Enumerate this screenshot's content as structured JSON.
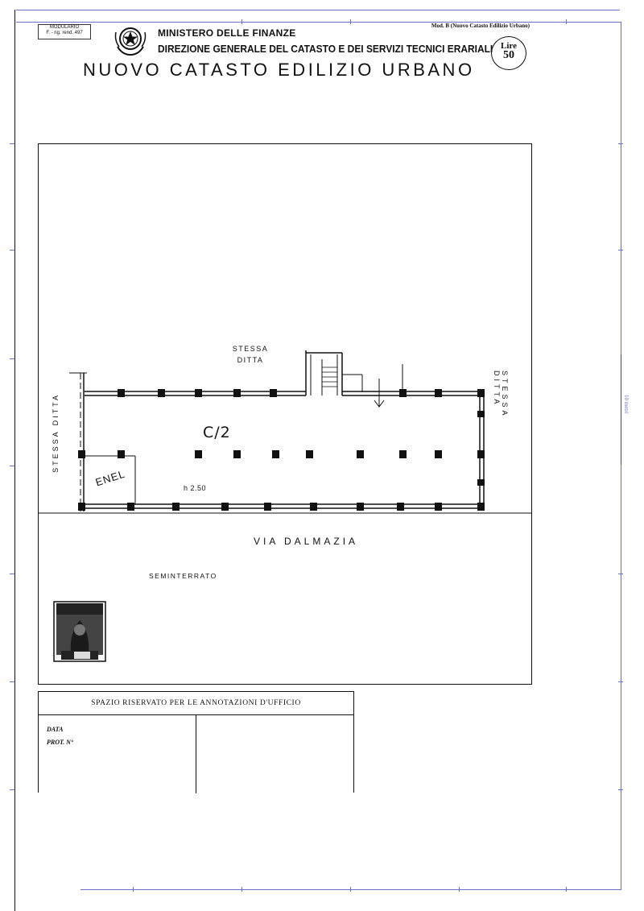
{
  "header": {
    "modulario_line1": "MODULARIO",
    "modulario_line2": "F. - rig. rend. 497",
    "mod_b": "Mod. B (Nuovo Catasto Edilizio Urbano)",
    "ministry": "MINISTERO DELLE FINANZE",
    "directorate": "DIREZIONE GENERALE DEL CATASTO E DEI SERVIZI TECNICI ERARIALI",
    "title": "NUOVO CATASTO EDILIZIO URBANO",
    "price_label": "Lire",
    "price_value": "50"
  },
  "plan": {
    "neighbor_top": "STESSA DITTA",
    "neighbor_left": "STESSA DITTA",
    "neighbor_right": "STESSA DITTA",
    "category": "C/2",
    "utility_room": "ENEL",
    "height": "h 2.50",
    "street": "VIA DALMAZIA",
    "floor_level": "SEMINTERRATO"
  },
  "office": {
    "heading": "SPAZIO RISERVATO PER LE ANNOTAZIONI D'UFFICIO",
    "date_label": "DATA",
    "protocol_label": "PROT. N°"
  },
  "scan": {
    "scale_note": "10 metri"
  },
  "colors": {
    "frame": "#6a72c8",
    "ink": "#111111"
  }
}
